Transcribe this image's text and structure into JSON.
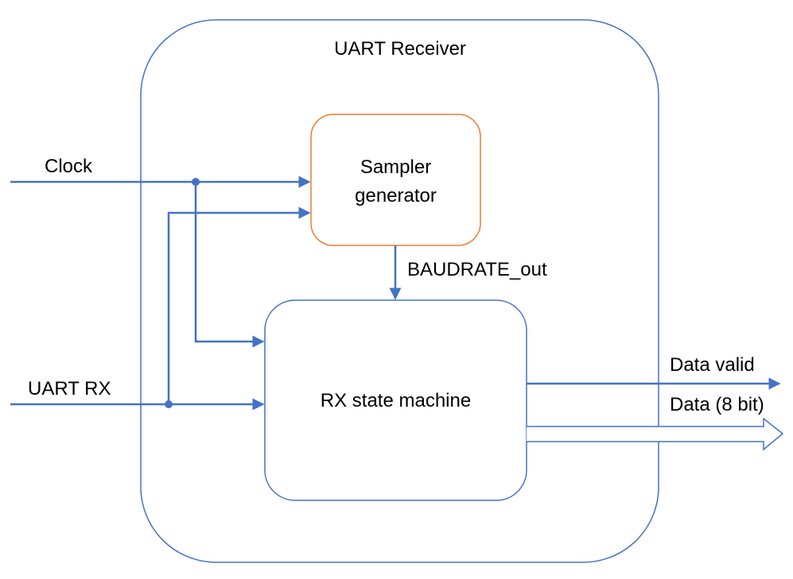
{
  "diagram": {
    "title": "UART Receiver",
    "blocks": {
      "sampler": {
        "line1": "Sampler",
        "line2": "generator"
      },
      "state_machine": {
        "label": "RX state machine"
      }
    },
    "signals": {
      "clock": "Clock",
      "uart_rx": "UART RX",
      "baudrate_out": "BAUDRATE_out",
      "data_valid": "Data valid",
      "data": "Data (8 bit)"
    },
    "colors": {
      "line": "#4472C4",
      "outer_border": "#4472C4",
      "sampler_border": "#ED7D31",
      "sm_border": "#4472C4"
    }
  }
}
